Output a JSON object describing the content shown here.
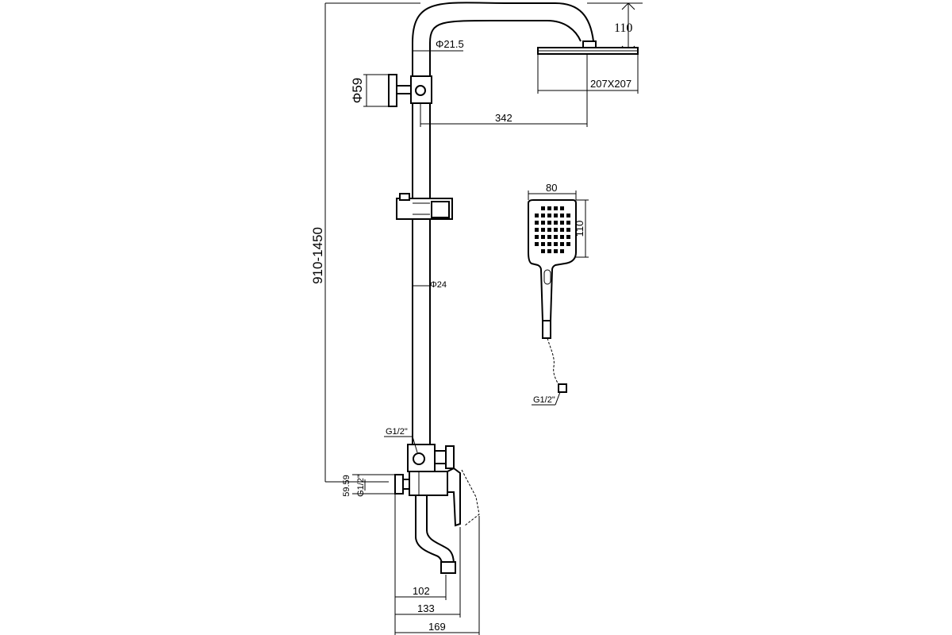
{
  "dimensions": {
    "total_height": "910-1450",
    "head_drop": "110",
    "arm_diameter": "Φ21.5",
    "flange_diameter": "Φ59",
    "head_size": "207X207",
    "arm_reach": "342",
    "riser_diameter": "Φ24",
    "hand_width": "80",
    "hand_height": "110",
    "hose_thread": "G1/2\"",
    "outlet_thread": "G1/2\"",
    "inlet_left": "59.59",
    "inlet_thread": "G1/2\"",
    "spout_102": "102",
    "spout_133": "133",
    "spout_169": "169"
  }
}
